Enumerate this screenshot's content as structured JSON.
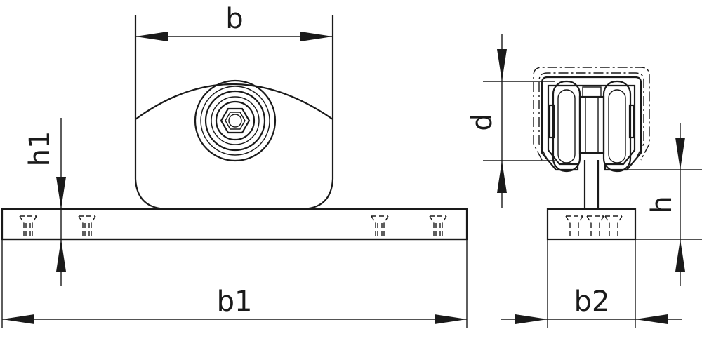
{
  "dimensions": {
    "b": "b",
    "b1": "b1",
    "b2": "b2",
    "h1": "h1",
    "d": "d",
    "h": "h"
  }
}
